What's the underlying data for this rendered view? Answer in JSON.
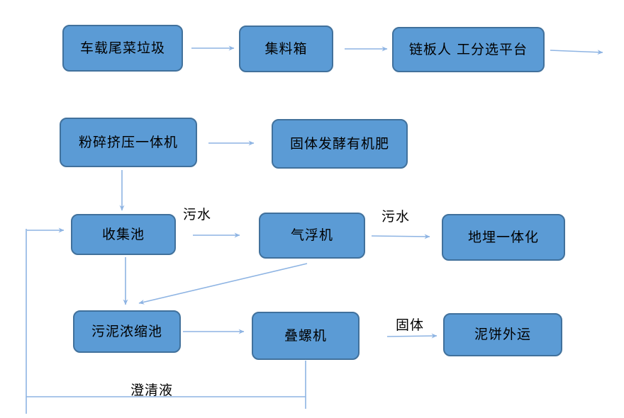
{
  "diagram": {
    "type": "flowchart",
    "nodes": [
      {
        "id": "truck-waste",
        "label": "车载尾菜垃圾"
      },
      {
        "id": "collection-box",
        "label": "集料箱"
      },
      {
        "id": "sorting-platform",
        "label": "链板人 工分选平台"
      },
      {
        "id": "crusher-press",
        "label": "粉碎挤压一体机"
      },
      {
        "id": "solid-fermentation",
        "label": "固体发酵有机肥"
      },
      {
        "id": "collection-pool",
        "label": "收集池"
      },
      {
        "id": "air-flotation",
        "label": "气浮机"
      },
      {
        "id": "buried-unit",
        "label": "地埋一体化"
      },
      {
        "id": "sludge-thickening",
        "label": "污泥浓缩池"
      },
      {
        "id": "screw-press",
        "label": "叠螺机"
      },
      {
        "id": "mudcake-transport",
        "label": "泥饼外运"
      }
    ],
    "edge_labels": [
      {
        "id": "wastewater-1",
        "label": "污水"
      },
      {
        "id": "wastewater-2",
        "label": "污水"
      },
      {
        "id": "solid",
        "label": "固体"
      },
      {
        "id": "clarified-liquid",
        "label": "澄清液"
      }
    ],
    "colors": {
      "node_fill": "#5b9bd5",
      "node_border": "#41719c",
      "connector": "#8eb4e3",
      "text": "#000000",
      "background": "#ffffff"
    }
  }
}
